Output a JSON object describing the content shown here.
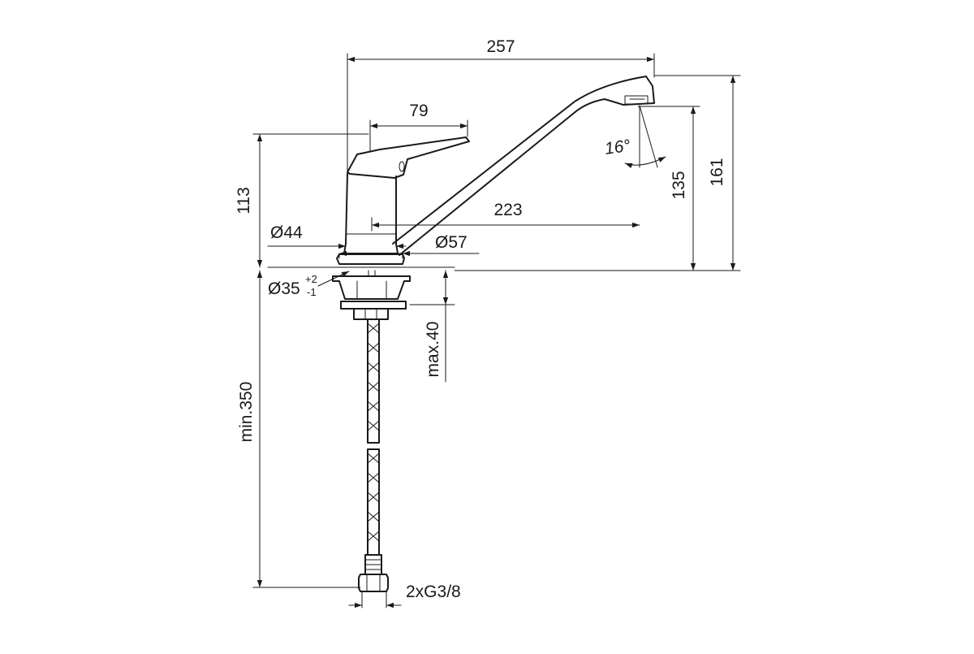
{
  "dimensions": {
    "overall_length": "257",
    "lever_length": "79",
    "spout_reach": "223",
    "body_height": "113",
    "body_diameter": "Ø44",
    "base_diameter": "Ø57",
    "hole_diameter": "Ø35",
    "hole_tol_plus": "+2",
    "hole_tol_minus": "-1",
    "spout_angle": "16°",
    "outlet_height": "135",
    "total_height": "161",
    "max_deck": "max.40",
    "min_hose": "min.350",
    "connection": "2xG3/8"
  },
  "colors": {
    "line": "#1a1a1a",
    "background": "#ffffff"
  }
}
